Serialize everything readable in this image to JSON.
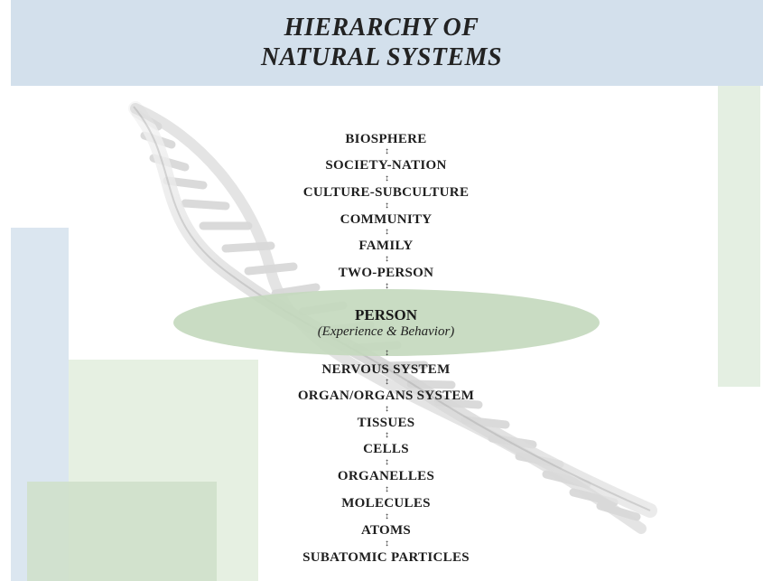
{
  "title": {
    "line1": "HIERARCHY OF",
    "line2": "NATURAL SYSTEMS"
  },
  "upper_levels": [
    "BIOSPHERE",
    "SOCIETY-NATION",
    "CULTURE-SUBCULTURE",
    "COMMUNITY",
    "FAMILY",
    "TWO-PERSON"
  ],
  "center": {
    "label": "PERSON",
    "sublabel": "(Experience & Behavior)"
  },
  "lower_levels": [
    "NERVOUS SYSTEM",
    "ORGAN/ORGANS SYSTEM",
    "TISSUES",
    "CELLS",
    "ORGANELLES",
    "MOLECULES",
    "ATOMS",
    "SUBATOMIC PARTICLES"
  ],
  "connector_glyph": "↕",
  "colors": {
    "title_band": "#d3e0ec",
    "oval": "#c3d8bd",
    "accent_green": "#e6f0e2",
    "accent_blue": "#dbe6f0"
  }
}
